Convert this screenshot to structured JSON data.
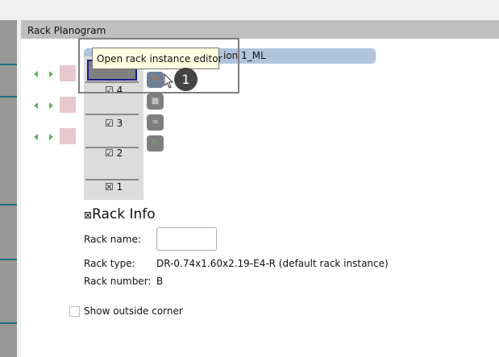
{
  "panel": {
    "title": "Rack Planogram"
  },
  "rack": {
    "bar_label_visible": "ion 1_ML",
    "shelves": [
      {
        "label": "4"
      },
      {
        "label": "3"
      },
      {
        "label": "2"
      },
      {
        "label": "1"
      }
    ],
    "tooltip": "Open rack instance editor",
    "badge": "1",
    "buttons": [
      "edit-icon",
      "grid-icon",
      "glasses-icon",
      "refresh-icon"
    ]
  },
  "info": {
    "title": "Rack Info",
    "name_label": "Rack name:",
    "name_value": "",
    "type_label": "Rack type:",
    "type_value": "DR-0.74x1.60x2.19-E4-R (default rack instance)",
    "number_label": "Rack number:",
    "number_value": "B",
    "show_outside_corner": {
      "label": "Show outside corner",
      "checked": false
    }
  },
  "colors": {
    "bar": "#b0c4de",
    "tooltip": "#ffffe1",
    "header": "#bfbfbf",
    "selected_border": "#1a1a8c"
  }
}
